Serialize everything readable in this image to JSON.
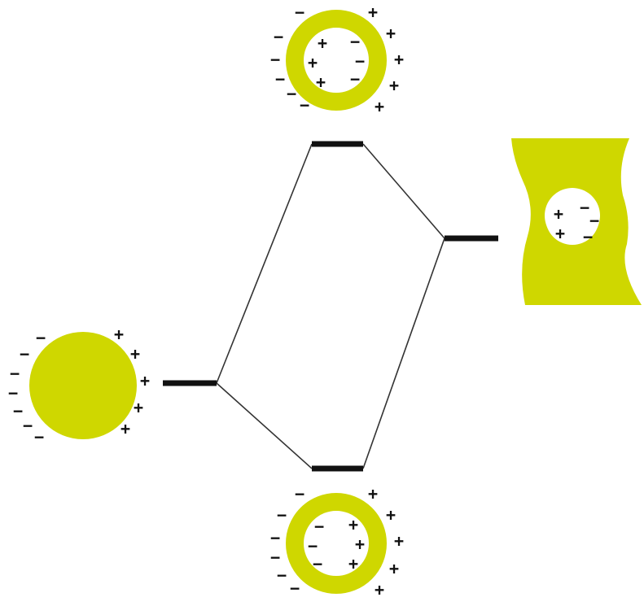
{
  "colors": {
    "particle": "#cfd700",
    "level": "#111111",
    "connector": "#333333",
    "background": "#ffffff"
  },
  "symbols": {
    "negative": "−",
    "positive": "+"
  },
  "shapes": {
    "solid_sphere": "solid-sphere-with-separated-charges",
    "top_shell": "nanoshell-antibonding-configuration",
    "bottom_shell": "nanoshell-bonding-configuration",
    "cavity": "cavity-in-bulk-metal-with-induced-charges"
  },
  "levels": [
    "sphere-level",
    "cavity-level",
    "antibonding-level",
    "bonding-level"
  ]
}
